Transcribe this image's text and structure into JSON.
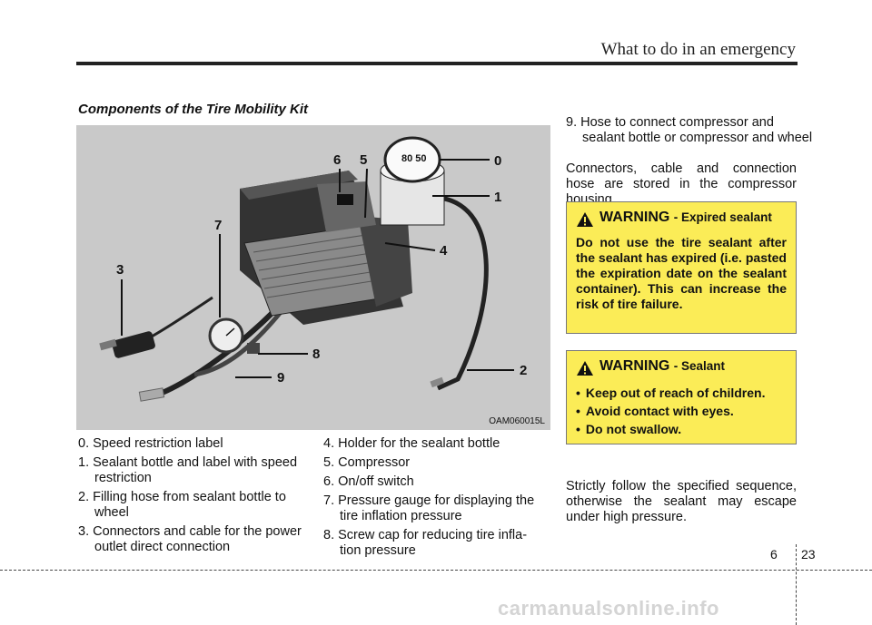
{
  "header": {
    "title": "What to do in an emergency"
  },
  "section_title": "Components of the Tire Mobility Kit",
  "figure": {
    "code": "OAM060015L",
    "callouts": [
      "0",
      "1",
      "2",
      "3",
      "4",
      "5",
      "6",
      "7",
      "8",
      "9"
    ],
    "bottle_label": "80 50"
  },
  "components_col1": [
    "0. Speed restriction label",
    "1. Sealant bottle and label with speed restriction",
    "2. Filling hose from sealant bottle to wheel",
    "3. Connectors and cable for the power outlet direct connection"
  ],
  "components_col2": [
    "4. Holder for the sealant bottle",
    "5. Compressor",
    "6. On/off switch",
    "7. Pressure gauge for displaying the tire inflation pressure",
    "8. Screw cap for reducing tire infla- tion pressure"
  ],
  "right": {
    "item9": "9. Hose to connect compressor and sealant bottle or compressor and wheel",
    "para1": "Connectors, cable and connection hose are stored in the compressor housing.",
    "para2": "Strictly follow the specified sequence, otherwise the sealant may escape under high pressure."
  },
  "warning1": {
    "label": "WARNING",
    "sub": "- Expired sealant",
    "body": "Do not use the tire sealant after the sealant has expired (i.e. pasted the expiration date on the sealant container). This can increase the risk of tire failure."
  },
  "warning2": {
    "label": "WARNING",
    "sub": "- Sealant",
    "bullets": [
      "Keep out of reach of children.",
      "Avoid contact with eyes.",
      "Do not swallow."
    ]
  },
  "footer": {
    "chapter": "6",
    "page": "23"
  },
  "watermark": "carmanualsonline.info",
  "colors": {
    "warning_bg": "#fbec57",
    "figure_bg": "#c9c9c9"
  }
}
